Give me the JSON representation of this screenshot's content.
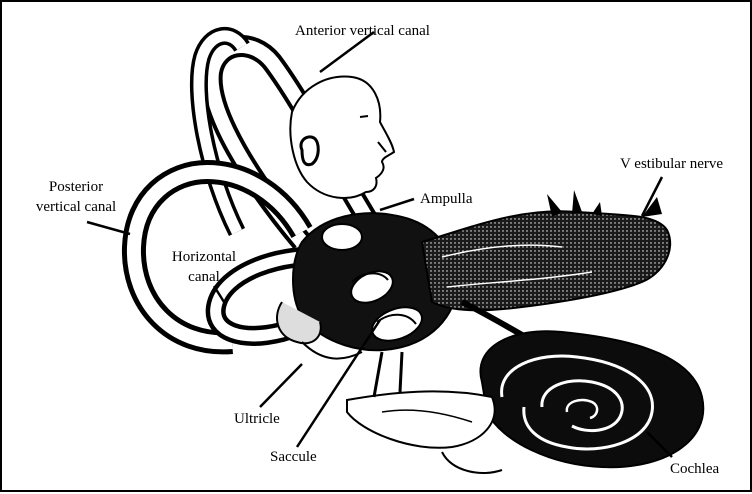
{
  "diagram": {
    "labels": {
      "anterior_vertical_canal": "Anterior vertical canal",
      "posterior_vertical_canal_line1": "Posterior",
      "posterior_vertical_canal_line2": "vertical canal",
      "horizontal_canal_line1": "Horizontal",
      "horizontal_canal_line2": "canal",
      "ampulla": "Ampulla",
      "vestibular_nerve": "V estibular nerve",
      "ultricle": "Ultricle",
      "saccule": "Saccule",
      "cochlea": "Cochlea"
    },
    "colors": {
      "ink": "#000000",
      "paper": "#ffffff",
      "shade": "#2a2a2a"
    }
  }
}
